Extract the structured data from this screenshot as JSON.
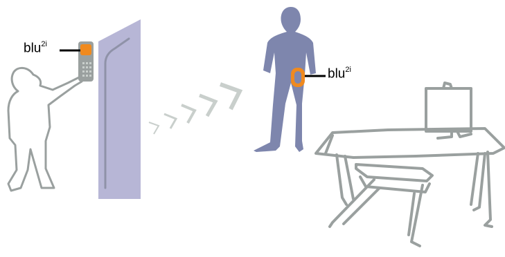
{
  "labels": {
    "left_device": {
      "base": "blu",
      "sup": "2i"
    },
    "person_device": {
      "base": "blu",
      "sup": "2i"
    }
  },
  "colors": {
    "outline": "#9aa09f",
    "wall": "#b7b6d6",
    "silhouette": "#7e86ad",
    "device_orange": "#f08a1e",
    "device_body": "#9aa09f",
    "signal": "#c9cfcc"
  },
  "icons": {
    "left_device": "blu2i-keypad-device-icon",
    "person_device": "blu2i-wearable-device-icon"
  }
}
